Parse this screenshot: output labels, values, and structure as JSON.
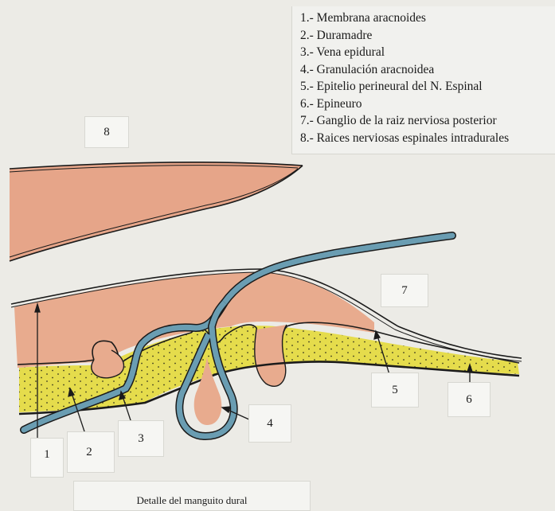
{
  "legend": {
    "items": [
      "1.- Membrana aracnoides",
      "2.- Duramadre",
      "3.- Vena epidural",
      "4.- Granulación aracnoidea",
      "5.- Epitelio perineural del N. Espinal",
      "6.- Epineuro",
      "7.- Ganglio de la raiz nerviosa posterior",
      "8.- Raices nerviosas espinales intradurales"
    ]
  },
  "labels": {
    "l1": "1",
    "l2": "2",
    "l3": "3",
    "l4": "4",
    "l5": "5",
    "l6": "6",
    "l7": "7",
    "l8": "8"
  },
  "caption": "Detalle del manguito dural",
  "colors": {
    "paper": "#ecebe6",
    "salmon": "#e8a98a",
    "yellow": "#e5dc4c",
    "vein": "#6a9db2",
    "outline": "#1b1b1b"
  }
}
